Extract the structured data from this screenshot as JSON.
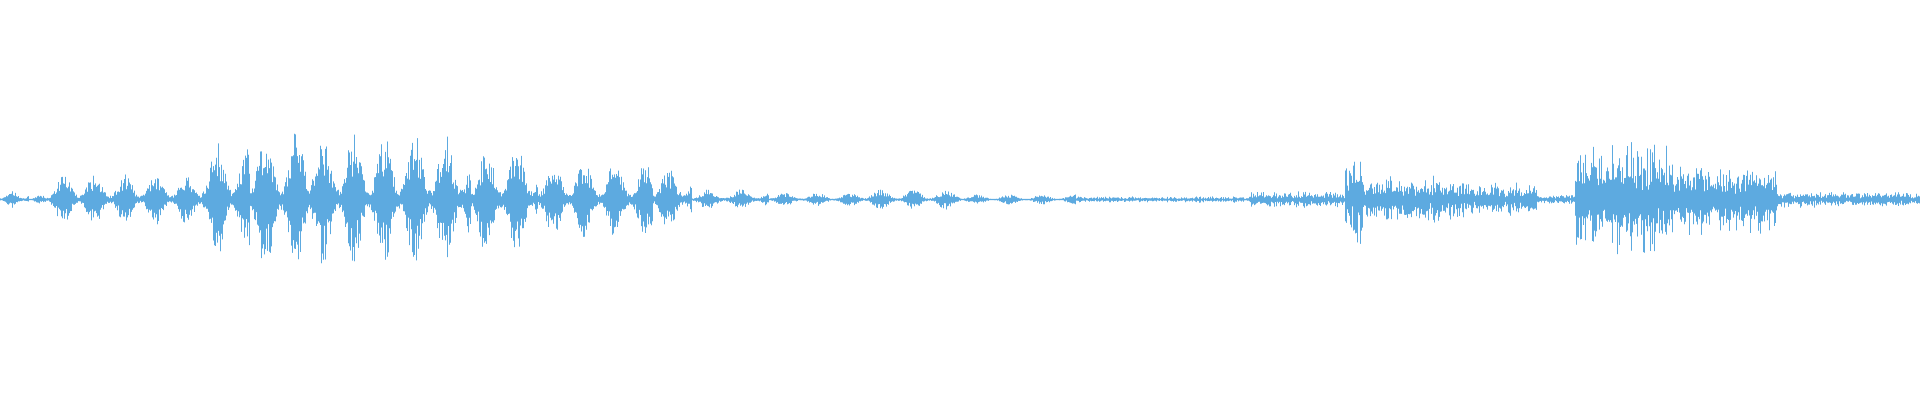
{
  "waveform": {
    "color": "#5DAAE0",
    "background": "#ffffff",
    "segments": [
      {
        "start": 0.0,
        "end": 0.015,
        "amp": 0.1,
        "kind": "bursts",
        "pitch": 0.012
      },
      {
        "start": 0.015,
        "end": 0.025,
        "amp": 0.05,
        "kind": "bursts",
        "pitch": 0.012
      },
      {
        "start": 0.025,
        "end": 0.105,
        "amp": 0.3,
        "kind": "bursts",
        "pitch": 0.016
      },
      {
        "start": 0.105,
        "end": 0.13,
        "amp": 0.68,
        "kind": "bursts",
        "pitch": 0.016
      },
      {
        "start": 0.13,
        "end": 0.16,
        "amp": 0.82,
        "kind": "bursts",
        "pitch": 0.016
      },
      {
        "start": 0.16,
        "end": 0.245,
        "amp": 0.78,
        "kind": "bursts",
        "pitch": 0.016
      },
      {
        "start": 0.245,
        "end": 0.28,
        "amp": 0.65,
        "kind": "bursts",
        "pitch": 0.016
      },
      {
        "start": 0.28,
        "end": 0.34,
        "amp": 0.45,
        "kind": "bursts",
        "pitch": 0.016
      },
      {
        "start": 0.34,
        "end": 0.36,
        "amp": 0.38,
        "kind": "bursts",
        "pitch": 0.016
      },
      {
        "start": 0.36,
        "end": 0.4,
        "amp": 0.12,
        "kind": "bursts",
        "pitch": 0.017
      },
      {
        "start": 0.4,
        "end": 0.45,
        "amp": 0.08,
        "kind": "bursts",
        "pitch": 0.017
      },
      {
        "start": 0.45,
        "end": 0.5,
        "amp": 0.12,
        "kind": "bursts",
        "pitch": 0.017
      },
      {
        "start": 0.5,
        "end": 0.56,
        "amp": 0.06,
        "kind": "bursts",
        "pitch": 0.017
      },
      {
        "start": 0.56,
        "end": 0.65,
        "amp": 0.04,
        "kind": "noise",
        "pitch": 0.01
      },
      {
        "start": 0.65,
        "end": 0.7,
        "amp": 0.1,
        "kind": "noise",
        "pitch": 0.01
      },
      {
        "start": 0.7,
        "end": 0.71,
        "amp": 0.58,
        "kind": "noise",
        "pitch": 0.01
      },
      {
        "start": 0.71,
        "end": 0.76,
        "amp": 0.3,
        "kind": "noise",
        "pitch": 0.01
      },
      {
        "start": 0.76,
        "end": 0.8,
        "amp": 0.22,
        "kind": "noise",
        "pitch": 0.01
      },
      {
        "start": 0.8,
        "end": 0.82,
        "amp": 0.06,
        "kind": "noise",
        "pitch": 0.01
      },
      {
        "start": 0.82,
        "end": 0.83,
        "amp": 0.68,
        "kind": "noise",
        "pitch": 0.01
      },
      {
        "start": 0.83,
        "end": 0.87,
        "amp": 0.72,
        "kind": "noise",
        "pitch": 0.01
      },
      {
        "start": 0.87,
        "end": 0.925,
        "amp": 0.45,
        "kind": "noise",
        "pitch": 0.01
      },
      {
        "start": 0.925,
        "end": 1.0,
        "amp": 0.1,
        "kind": "noise",
        "pitch": 0.01
      }
    ]
  }
}
